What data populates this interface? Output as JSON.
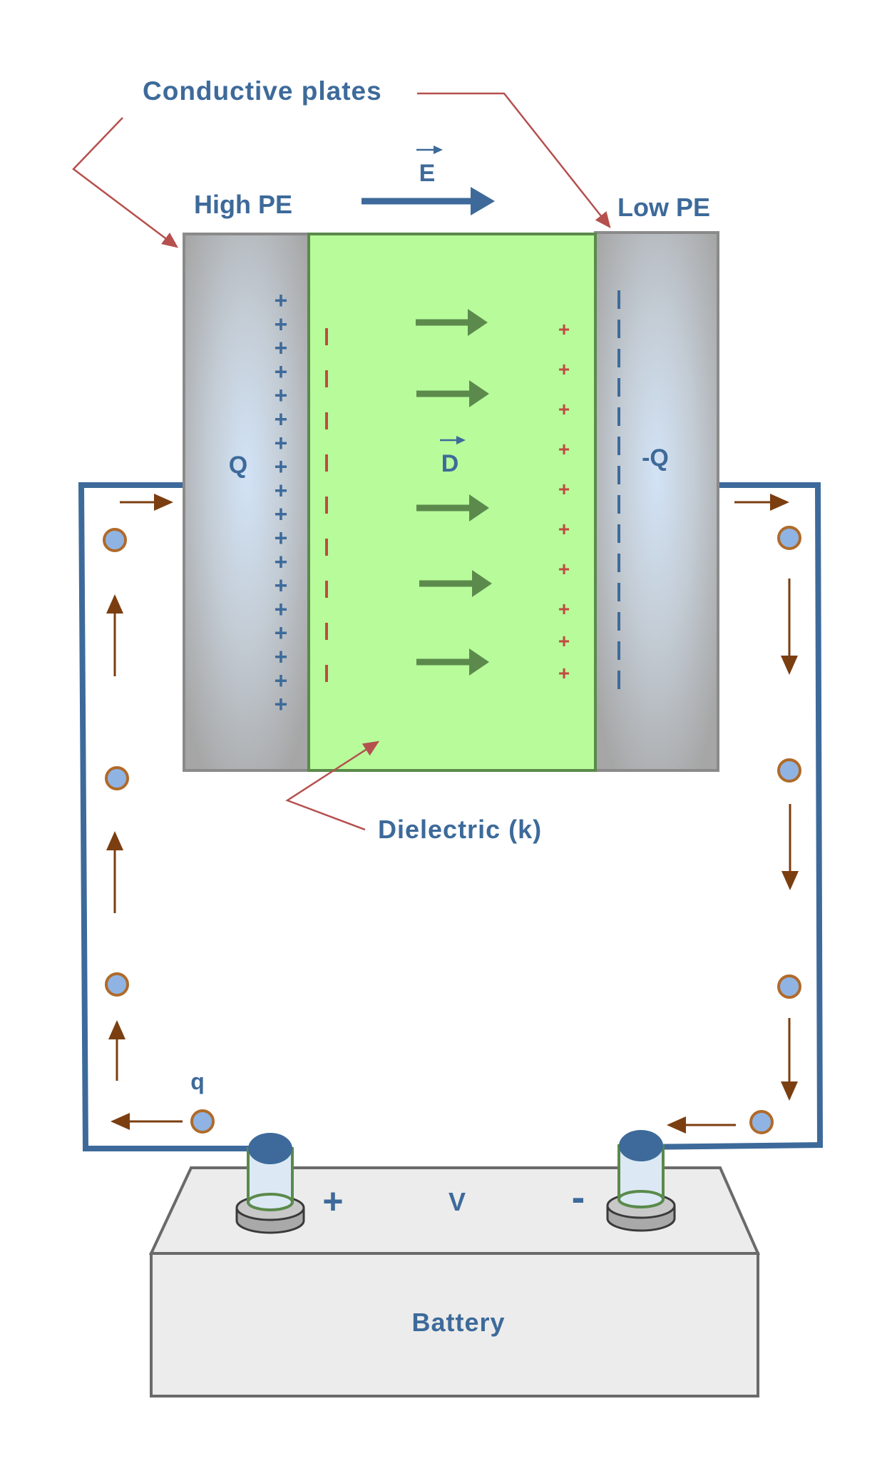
{
  "labels": {
    "conductive_plates": "Conductive plates",
    "high_pe": "High PE",
    "low_pe": "Low PE",
    "e_field": "E",
    "d_field": "D",
    "plate_charge_left": "Q",
    "plate_charge_right": "-Q",
    "dielectric": "Dielectric (k)",
    "charge_carrier": "q",
    "battery_positive": "+",
    "battery_voltage": "V",
    "battery_negative": "-",
    "battery": "Battery"
  },
  "charges": {
    "left_plate_sign": "+",
    "dielectric_right_sign": "+"
  },
  "icons": {
    "vector_arrow": "vector-arrow-icon",
    "field_arrow": "field-arrow-icon",
    "current_arrow": "current-arrow-icon",
    "charge_carrier": "charge-carrier-icon"
  },
  "colors": {
    "text_blue": "#3d6a9a",
    "wire_blue": "#3d6a9a",
    "callout_red": "#b5504e",
    "positive_red": "#c24a3f",
    "dielectric_fill": "#b7fb9b",
    "dielectric_border": "#5a8a4a",
    "field_arrow_green": "#5c8a4c",
    "plate_gray": "#a8a8a8",
    "plate_highlight": "#cfe0f3",
    "current_arrow_brown": "#7b3e10",
    "carrier_fill": "#8fb4e3",
    "carrier_ring": "#b06a2a",
    "battery_fill": "#ececec",
    "battery_border": "#6a6a6a",
    "terminal_cap": "#3d6a9a",
    "terminal_body": "#dce9f5"
  }
}
